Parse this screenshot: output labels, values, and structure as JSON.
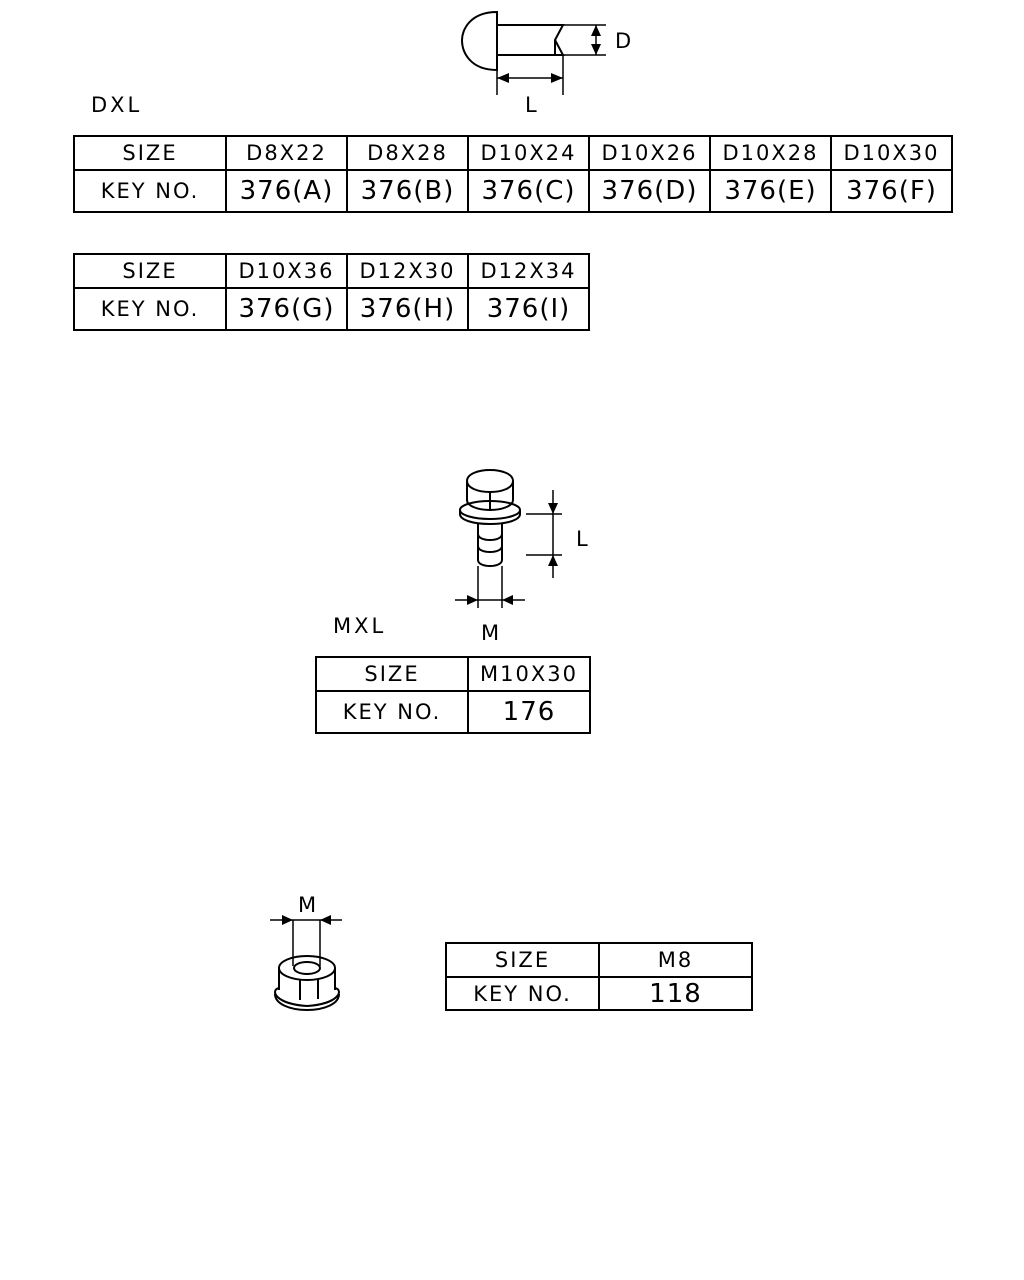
{
  "section_rivet": {
    "label": "DXL",
    "dim_d": "D",
    "dim_l": "L",
    "table1": {
      "size_label": "SIZE",
      "key_label": "KEY NO.",
      "sizes": [
        "D8X22",
        "D8X28",
        "D10X24",
        "D10X26",
        "D10X28",
        "D10X30"
      ],
      "keys": [
        "376(A)",
        "376(B)",
        "376(C)",
        "376(D)",
        "376(E)",
        "376(F)"
      ]
    },
    "table2": {
      "size_label": "SIZE",
      "key_label": "KEY NO.",
      "sizes": [
        "D10X36",
        "D12X30",
        "D12X34"
      ],
      "keys": [
        "376(G)",
        "376(H)",
        "376(I)"
      ]
    }
  },
  "section_bolt": {
    "label": "MXL",
    "dim_l": "L",
    "dim_m": "M",
    "table": {
      "size_label": "SIZE",
      "key_label": "KEY NO.",
      "sizes": [
        "M10X30"
      ],
      "keys": [
        "176"
      ]
    }
  },
  "section_nut": {
    "dim_m": "M",
    "table": {
      "size_label": "SIZE",
      "key_label": "KEY NO.",
      "sizes": [
        "M8"
      ],
      "keys": [
        "118"
      ]
    }
  }
}
